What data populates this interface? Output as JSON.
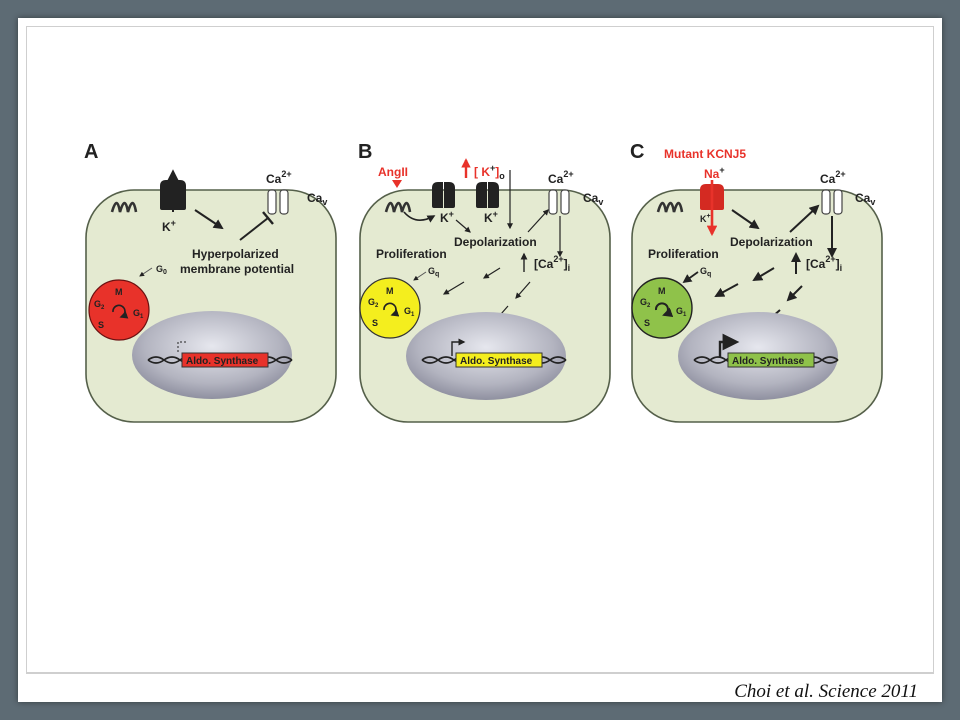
{
  "citation": "Choi et al. Science 2011",
  "colors": {
    "cell_fill": "#e4ead1",
    "nucleus": "#b8b9c4",
    "red": "#e8322a",
    "yellow": "#f4ee1e",
    "green": "#8fc24a"
  },
  "panels": {
    "A": {
      "letter": "A",
      "k_label": "K",
      "k_sup": "+",
      "ca_label": "Ca",
      "ca_sup": "2+",
      "cav_label": "Ca",
      "cav_sub": "v",
      "hyper_line1": "Hyperpolarized",
      "hyper_line2": "membrane potential",
      "g0": "G",
      "g0_sub": "0",
      "m": "M",
      "g2": "G",
      "g2_sub": "2",
      "g1": "G",
      "g1_sub": "1",
      "s": "S",
      "gene": "Aldo. Synthase"
    },
    "B": {
      "letter": "B",
      "angii": "AngII",
      "k_out": "[ K",
      "k_out_sup": "+",
      "k_out_end": "]",
      "k_out_sub": "o",
      "k1": "K",
      "k1_sup": "+",
      "k2": "K",
      "k2_sup": "+",
      "ca_label": "Ca",
      "ca_sup": "2+",
      "cav_label": "Ca",
      "cav_sub": "v",
      "depol": "Depolarization",
      "prolif": "Proliferation",
      "gq": "G",
      "gq_sub": "q",
      "cai": "[Ca",
      "cai_sup": "2+",
      "cai_end": "]",
      "cai_sub": "i",
      "m": "M",
      "g2": "G",
      "g2_sub": "2",
      "g1": "G",
      "g1_sub": "1",
      "s": "S",
      "gene": "Aldo. Synthase"
    },
    "C": {
      "letter": "C",
      "mutant": "Mutant KCNJ5",
      "na": "Na",
      "na_sup": "+",
      "k": "K",
      "k_sup": "+",
      "ca_label": "Ca",
      "ca_sup": "2+",
      "cav_label": "Ca",
      "cav_sub": "v",
      "depol": "Depolarization",
      "prolif": "Proliferation",
      "gq": "G",
      "gq_sub": "q",
      "cai": "[Ca",
      "cai_sup": "2+",
      "cai_end": "]",
      "cai_sub": "i",
      "m": "M",
      "g2": "G",
      "g2_sub": "2",
      "g1": "G",
      "g1_sub": "1",
      "s": "S",
      "gene": "Aldo. Synthase"
    }
  }
}
